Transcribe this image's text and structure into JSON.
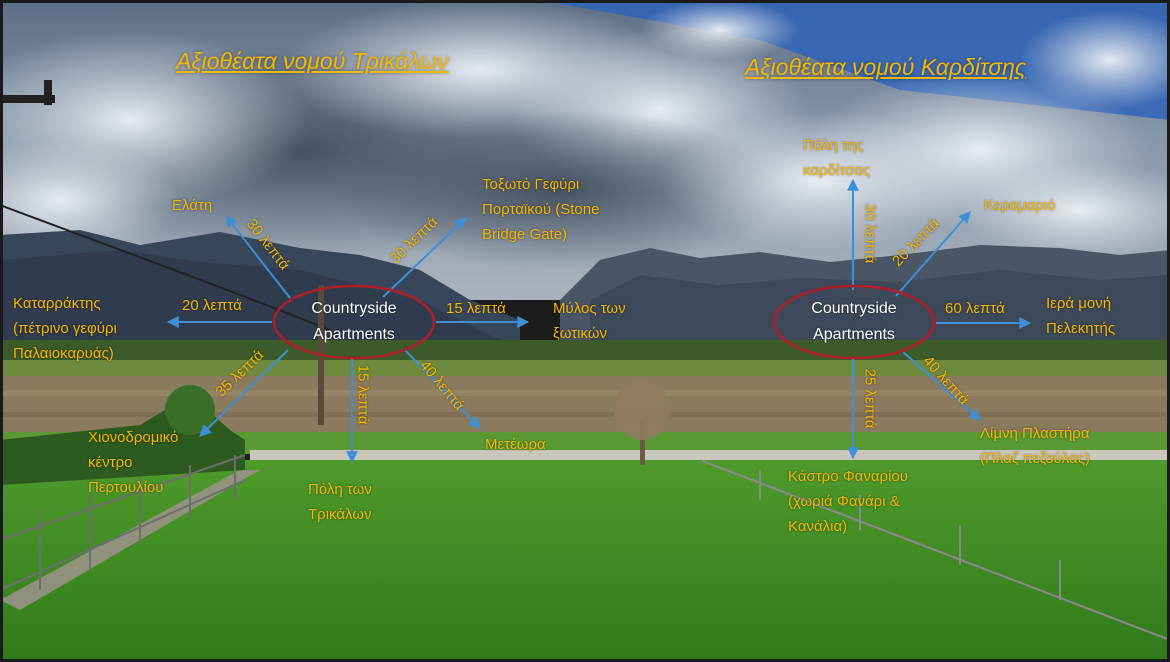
{
  "titles": {
    "trikala": "Αξιοθέατα νομού Τρικάλων",
    "karditsa": "Αξιοθέατα νομού Καρδίτσης"
  },
  "colors": {
    "label": "#f5b800",
    "arrow": "#3f8fd6",
    "hub_ellipse": "#b01e2a",
    "hub_text": "#ffffff"
  },
  "hubs": {
    "trikala": "Countryside\nApartments",
    "karditsa": "Countryside\nApartments"
  },
  "trikala": {
    "elati": {
      "place": "Ελάτη",
      "time": "30 λεπτά"
    },
    "stone_bridge": {
      "place": "Τοξωτό Γεφύρι\nΠορταϊκού (Stone\nBridge Gate)",
      "time": "30 λεπτά"
    },
    "katarraktis": {
      "place": "Καταρράκτης\n(πέτρινο γεφύρι\nΠαλαιοκαρυάς)",
      "time": "20 λεπτά"
    },
    "mylos": {
      "place": "Μύλος των\nξωτικών",
      "time": "15 λεπτά"
    },
    "pertouli": {
      "place": "Χιονοδρομικό\nκέντρο\nΠερτουλίου",
      "time": "35 λεπτά"
    },
    "trikala_city": {
      "place": "Πόλη των\nΤρικάλων",
      "time": "15 λεπτά"
    },
    "meteora": {
      "place": "Μετέωρα",
      "time": "40 λεπτά"
    }
  },
  "karditsa": {
    "karditsa_city": {
      "place": "Πόλη της\nκαρδίτσας",
      "time": "30 λεπτά"
    },
    "keramario": {
      "place": "Κεραμαριό",
      "time": "20 λεπτά"
    },
    "pelekitis": {
      "place": "Ιερά μονή\nΠελεκητής",
      "time": "60 λεπτά"
    },
    "plastiras": {
      "place": "Λίμνη Πλαστήρα\n(Πλαζ πεζούλας)",
      "time": "40 λεπτά"
    },
    "fanari": {
      "place": "Κάστρο Φαναρίου\n(χωριά Φανάρι &\nΚανάλια)",
      "time": "25 λεπτά"
    }
  }
}
